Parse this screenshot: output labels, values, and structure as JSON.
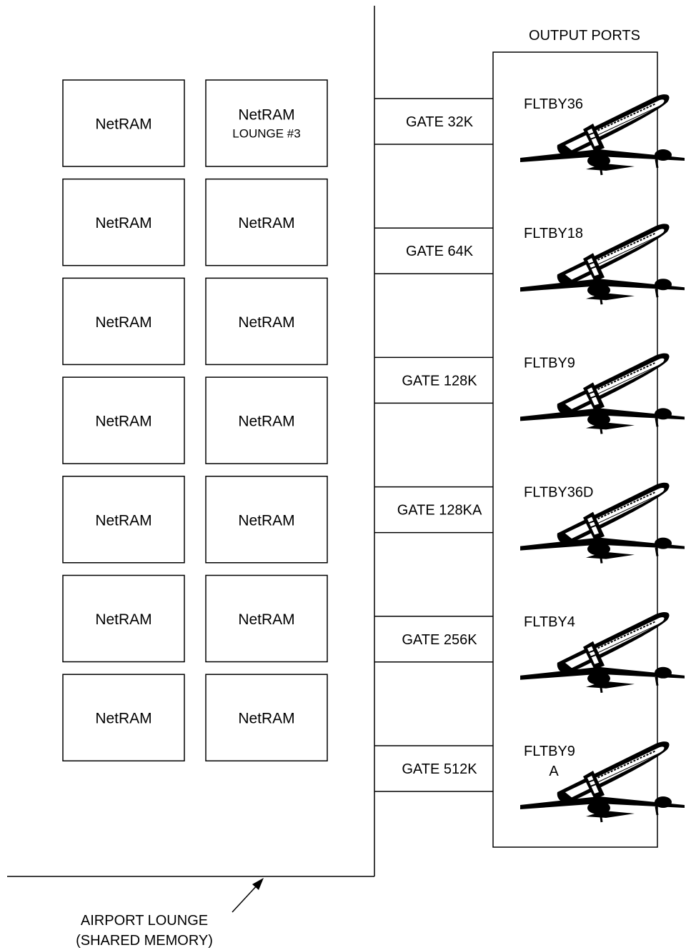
{
  "output_ports_label": "OUTPUT PORTS",
  "lounge_label": [
    "AIRPORT LOUNGE",
    "(SHARED MEMORY)"
  ],
  "netram_cells": [
    {
      "label": "NetRAM",
      "sublabel": ""
    },
    {
      "label": "NetRAM",
      "sublabel": "LOUNGE #3"
    },
    {
      "label": "NetRAM",
      "sublabel": ""
    },
    {
      "label": "NetRAM",
      "sublabel": ""
    },
    {
      "label": "NetRAM",
      "sublabel": ""
    },
    {
      "label": "NetRAM",
      "sublabel": ""
    },
    {
      "label": "NetRAM",
      "sublabel": ""
    },
    {
      "label": "NetRAM",
      "sublabel": ""
    },
    {
      "label": "NetRAM",
      "sublabel": ""
    },
    {
      "label": "NetRAM",
      "sublabel": ""
    },
    {
      "label": "NetRAM",
      "sublabel": ""
    },
    {
      "label": "NetRAM",
      "sublabel": ""
    },
    {
      "label": "NetRAM",
      "sublabel": ""
    },
    {
      "label": "NetRAM",
      "sublabel": ""
    }
  ],
  "gates": [
    {
      "gate": "GATE 32K",
      "flight": [
        "FLTBY36"
      ],
      "icon": "airplane-icon"
    },
    {
      "gate": "GATE 64K",
      "flight": [
        "FLTBY18"
      ],
      "icon": "airplane-icon"
    },
    {
      "gate": "GATE 128K",
      "flight": [
        "FLTBY9"
      ],
      "icon": "airplane-icon"
    },
    {
      "gate": "GATE 128KA",
      "flight": [
        "FLTBY36D"
      ],
      "icon": "airplane-icon"
    },
    {
      "gate": "GATE 256K",
      "flight": [
        "FLTBY4"
      ],
      "icon": "airplane-icon"
    },
    {
      "gate": "GATE 512K",
      "flight": [
        "FLTBY9",
        "A"
      ],
      "icon": "airplane-icon"
    }
  ]
}
